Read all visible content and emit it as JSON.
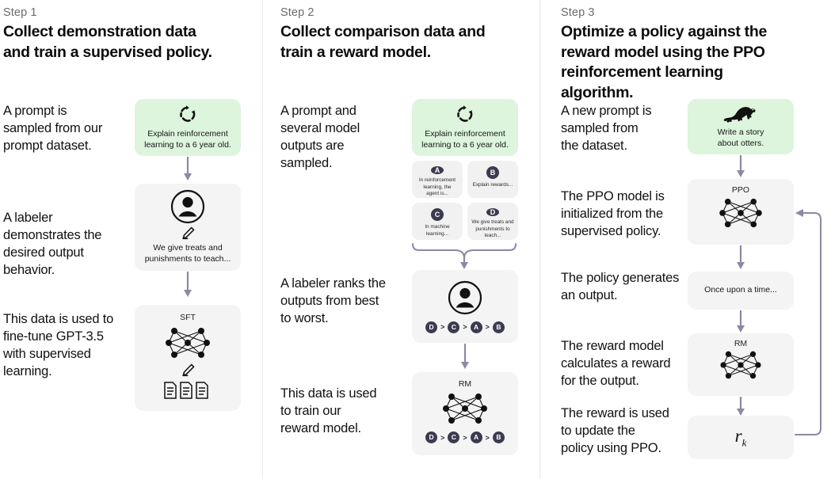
{
  "columns": [
    {
      "step_label": "Step 1",
      "title": "Collect demonstration data\nand train a supervised policy.",
      "captions": [
        "A prompt is\nsampled from our\nprompt dataset.",
        "A labeler\ndemonstrates the\ndesired output\nbehavior.",
        "This data is used to\nfine-tune GPT-3.5\nwith supervised\nlearning."
      ],
      "cards": [
        {
          "icon": "refresh-cycle-icon",
          "text": "Explain reinforcement\nlearning to a 6 year old.",
          "style": "green"
        },
        {
          "icon": "labeler-person-icon",
          "text": "We give treats and\npunishments to teach...",
          "style": "gray"
        },
        {
          "icon": "neural-net-icon",
          "label": "SFT",
          "text": "",
          "style": "gray"
        }
      ]
    },
    {
      "step_label": "Step 2",
      "title": "Collect comparison data and\ntrain a reward model.",
      "captions": [
        "A prompt and\nseveral model\noutputs are\nsampled.",
        "A labeler ranks the\noutputs from best\nto worst.",
        "This data is used\nto train our\nreward model."
      ],
      "prompt_card": {
        "icon": "refresh-cycle-icon",
        "text": "Explain reinforcement\nlearning to a 6 year old.",
        "style": "green"
      },
      "outputs": [
        {
          "badge": "A",
          "text": "In reinforcement\nlearning, the\nagent is..."
        },
        {
          "badge": "B",
          "text": "Explain rewards..."
        },
        {
          "badge": "C",
          "text": "In machine\nlearning..."
        },
        {
          "badge": "D",
          "text": "We give treats and\npunishments to\nteach..."
        }
      ],
      "ranking": [
        "D",
        "C",
        "A",
        "B"
      ],
      "ranking_separator": ">",
      "rm_label": "RM"
    },
    {
      "step_label": "Step 3",
      "title": "Optimize a policy against the\nreward model using the PPO\nreinforcement learning algorithm.",
      "captions": [
        "A new prompt is\nsampled from\nthe dataset.",
        "The PPO model is\ninitialized from the\nsupervised policy.",
        "The policy generates\nan output.",
        "The reward model\ncalculates a reward\nfor the output.",
        "The reward is used\nto update the\npolicy using PPO."
      ],
      "cards": [
        {
          "icon": "otter-icon",
          "text": "Write a story\nabout otters.",
          "style": "green"
        },
        {
          "icon": "neural-net-icon",
          "label": "PPO",
          "style": "gray"
        },
        {
          "icon": "none",
          "text": "Once upon a time...",
          "style": "gray"
        },
        {
          "icon": "neural-net-icon",
          "label": "RM",
          "style": "gray"
        },
        {
          "icon": "none",
          "text": "r_k",
          "style": "gray",
          "is_math": true
        }
      ],
      "reward_symbol": "r",
      "reward_subscript": "k"
    }
  ],
  "colors": {
    "green_card": "#ddf4dd",
    "gray_card": "#f4f4f4",
    "arrow": "#8a8aa3",
    "badge": "#3b3b4f",
    "divider": "#e9e9ea",
    "step_label": "#6b6b70",
    "text": "#0b0b0b"
  }
}
